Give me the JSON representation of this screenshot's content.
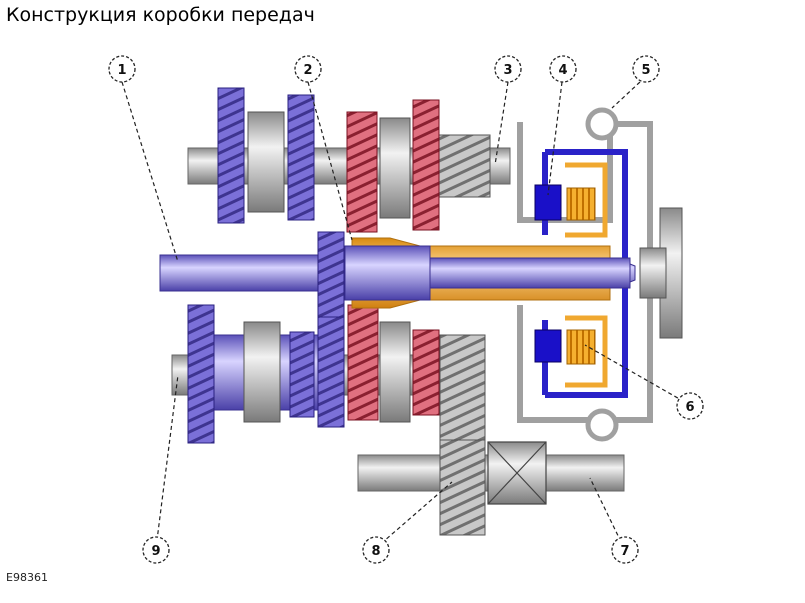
{
  "title": "Конструкция коробки передач",
  "figure_code": "E98361",
  "callouts": [
    {
      "id": "1",
      "label": "1"
    },
    {
      "id": "2",
      "label": "2"
    },
    {
      "id": "3",
      "label": "3"
    },
    {
      "id": "4",
      "label": "4"
    },
    {
      "id": "5",
      "label": "5"
    },
    {
      "id": "6",
      "label": "6"
    },
    {
      "id": "7",
      "label": "7"
    },
    {
      "id": "8",
      "label": "8"
    },
    {
      "id": "9",
      "label": "9"
    }
  ],
  "colors": {
    "blue_gear": "#6a5fc9",
    "red_gear": "#c85060",
    "grey_gear": "#a8a8a8",
    "orange": "#f0a830",
    "housing_blue": "#2a22c8",
    "housing_grey": "#a0a0a0"
  }
}
